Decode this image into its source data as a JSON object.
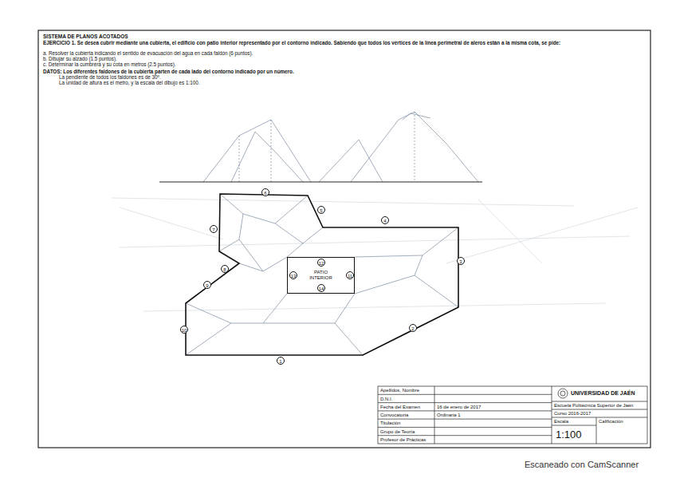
{
  "diagram": {
    "title": "SISTEMA DE PLANOS ACOTADOS",
    "nodes": [
      {
        "text": [
          "PATIO INTERIOR"
        ]
      }
    ],
    "labels": [
      "EJERCICIO 1. Se desea cubrir mediante una cubierta, el edificio con patio interior representado por el contorno indicado. Sabiendo que todos los vértices de la línea perimetral de aleros están a la misma cota, se pide:",
      "a. Resolver la cubierta indicando el sentido de evacuación del agua en cada faldón (6 puntos).",
      "b. Dibujar su alzado (1.5 puntos).",
      "c. Determinar la cumbrera y su cota en metros (2.5 puntos).",
      "DATOS: Los diferentes faldones de la cubierta parten de cada lado del contorno indicado por un número.",
      "La pendiente de todos los faldones es de 30º.",
      "La unidad de altura es el metro, y la escala del dibujo es 1:100.",
      "6",
      "5",
      "4",
      "7",
      "3",
      "12",
      "8",
      "13",
      "11",
      "9",
      "14",
      "10",
      "2",
      "1",
      "Apellidos, Nombre",
      "D.N.I.",
      "Fecha del Examen",
      "16 de enero de 2017",
      "Convocatoria",
      "Ordinaria 1",
      "Titulación",
      "Grupo de Teoría",
      "Profesor de Prácticas",
      "UNIVERSIDAD DE JAÉN",
      "Escuela Politécnica Superior de Jaén",
      "Curso 2016-2017",
      "Escala",
      "Calificación",
      "1:100",
      "Escaneado con CamScanner"
    ]
  }
}
